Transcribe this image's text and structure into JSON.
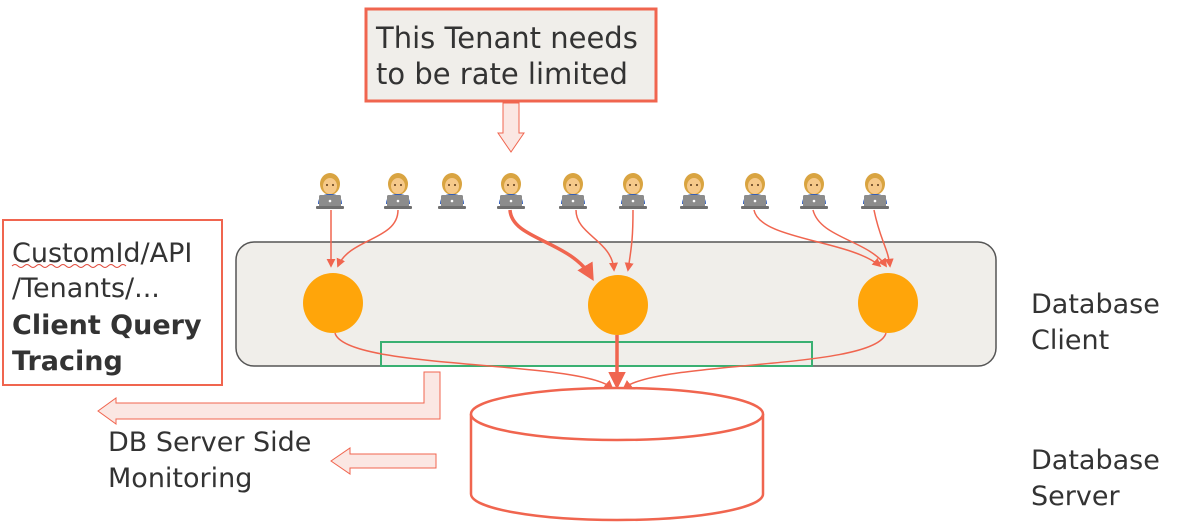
{
  "callout": {
    "line1": "This Tenant needs",
    "line2": "to be rate limited"
  },
  "tracing_box": {
    "line1": "CustomId/API",
    "line2": "/Tenants/...",
    "line3": "Client Query",
    "line4": "Tracing"
  },
  "client_label": {
    "line1": "Database",
    "line2": "Client"
  },
  "server_label": {
    "line1": "Database",
    "line2": "Server"
  },
  "monitoring_label": {
    "line1": "DB Server Side",
    "line2": "Monitoring"
  },
  "users": {
    "count": 10,
    "icon": "person-with-laptop-icon"
  },
  "colors": {
    "accent": "#f0654f",
    "callout_fill": "#f0eeea",
    "client_fill": "#f0eeea",
    "node": "#ffa50a",
    "tracing_green": "#3ab072",
    "text": "#333333"
  }
}
